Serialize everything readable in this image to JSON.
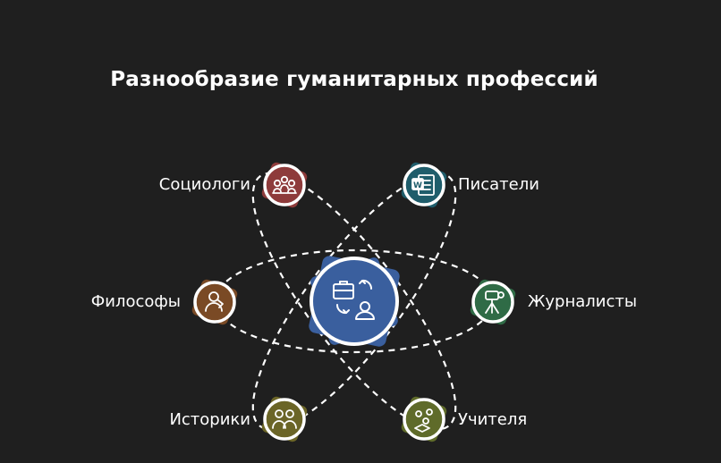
{
  "title": "Разнообразие гуманитарных профессий",
  "center": {
    "icon": "career-change-icon",
    "color": "#3a5f9e"
  },
  "nodes": [
    {
      "label": "Социологи",
      "icon": "group-icon",
      "color": "#8e3b3b"
    },
    {
      "label": "Писатели",
      "icon": "word-document-icon",
      "color": "#1f5d6b"
    },
    {
      "label": "Философы",
      "icon": "thinker-icon",
      "color": "#7a4a25"
    },
    {
      "label": "Журналисты",
      "icon": "camera-tripod-icon",
      "color": "#2f6b46"
    },
    {
      "label": "Историки",
      "icon": "people-icon",
      "color": "#6b6527"
    },
    {
      "label": "Учителя",
      "icon": "teaching-icon",
      "color": "#5f6b2a"
    }
  ]
}
